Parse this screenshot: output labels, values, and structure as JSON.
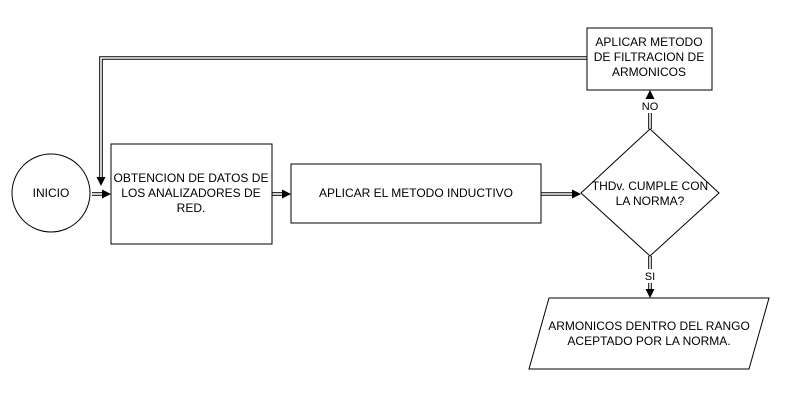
{
  "diagram": {
    "nodes": {
      "inicio": {
        "lines": [
          "INICIO"
        ]
      },
      "obtencion": {
        "lines": [
          "OBTENCION DE DATOS DE",
          "LOS ANALIZADORES DE",
          "RED."
        ]
      },
      "metodo_inductivo": {
        "lines": [
          "APLICAR EL METODO INDUCTIVO"
        ]
      },
      "decision": {
        "lines": [
          "THDv. CUMPLE CON",
          "LA NORMA?"
        ]
      },
      "filtracion": {
        "lines": [
          "APLICAR METODO",
          "DE FILTRACION DE",
          "ARMONICOS"
        ]
      },
      "resultado": {
        "lines": [
          "ARMONICOS DENTRO DEL RANGO",
          "ACEPTADO POR LA NORMA."
        ]
      }
    },
    "edge_labels": {
      "no": "NO",
      "si": "SI"
    }
  }
}
